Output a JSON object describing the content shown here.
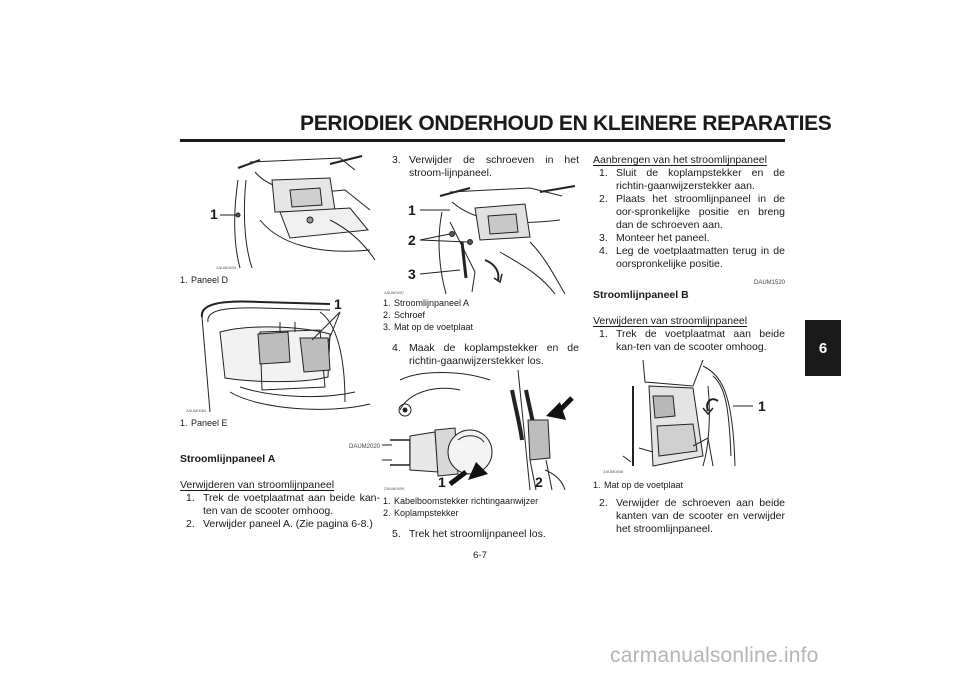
{
  "page": {
    "title": "PERIODIEK ONDERHOUD EN KLEINERE REPARATIES",
    "chapter_tab": "6",
    "page_number": "6-7",
    "watermark": "carmanualsonline.info"
  },
  "col1": {
    "fig1": {
      "code": "ZAUM0405",
      "callouts": [
        "1"
      ],
      "captions": [
        {
          "num": "1.",
          "text": "Paneel D"
        }
      ]
    },
    "fig2": {
      "code": "ZAUM0084",
      "callouts": [
        "1"
      ],
      "captions": [
        {
          "num": "1.",
          "text": "Paneel E"
        }
      ]
    },
    "section_code": "DAUM2020",
    "section_title": "Stroomlijnpaneel A",
    "sub_title": "Verwijderen van stroomlijnpaneel",
    "steps": [
      {
        "num": "1.",
        "text": "Trek de voetplaatmat aan beide kan-ten van de scooter omhoog."
      },
      {
        "num": "2.",
        "text": "Verwijder paneel A. (Zie pagina 6-8.)"
      }
    ]
  },
  "col2": {
    "step3": {
      "num": "3.",
      "text": "Verwijder de schroeven in het stroom-lijnpaneel."
    },
    "fig3": {
      "code": "ZAUM0407",
      "callouts": [
        "1",
        "2",
        "3"
      ],
      "captions": [
        {
          "num": "1.",
          "text": "Stroomlijnpaneel A"
        },
        {
          "num": "2.",
          "text": "Schroef"
        },
        {
          "num": "3.",
          "text": "Mat op de voetplaat"
        }
      ]
    },
    "step4": {
      "num": "4.",
      "text": "Maak de koplampstekker en de richtin-gaanwijzerstekker los."
    },
    "fig4": {
      "code": "ZAUM0409",
      "callouts": [
        "1",
        "2"
      ],
      "captions": [
        {
          "num": "1.",
          "text": "Kabelboomstekker richtingaanwijzer"
        },
        {
          "num": "2.",
          "text": "Koplampstekker"
        }
      ]
    },
    "step5": {
      "num": "5.",
      "text": "Trek het stroomlijnpaneel los."
    }
  },
  "col3": {
    "sub_title1": "Aanbrengen van het stroomlijnpaneel",
    "steps1": [
      {
        "num": "1.",
        "text": "Sluit de koplampstekker en de richtin-gaanwijzerstekker aan."
      },
      {
        "num": "2.",
        "text": "Plaats het stroomlijnpaneel in de oor-spronkelijke positie en breng dan de schroeven aan."
      },
      {
        "num": "3.",
        "text": "Monteer het paneel."
      },
      {
        "num": "4.",
        "text": "Leg de voetplaatmatten terug in de oorspronkelijke positie."
      }
    ],
    "section_code": "DAUM1520",
    "section_title": "Stroomlijnpaneel B",
    "sub_title2": "Verwijderen van stroomlijnpaneel",
    "steps2": [
      {
        "num": "1.",
        "text": "Trek de voetplaatmat aan beide kan-ten van de scooter omhoog."
      }
    ],
    "fig5": {
      "code": "ZAUM0408",
      "callouts": [
        "1"
      ],
      "captions": [
        {
          "num": "1.",
          "text": "Mat op de voetplaat"
        }
      ]
    },
    "steps3": [
      {
        "num": "2.",
        "text": "Verwijder de schroeven aan beide kanten van de scooter en verwijder het stroomlijnpaneel."
      }
    ]
  }
}
